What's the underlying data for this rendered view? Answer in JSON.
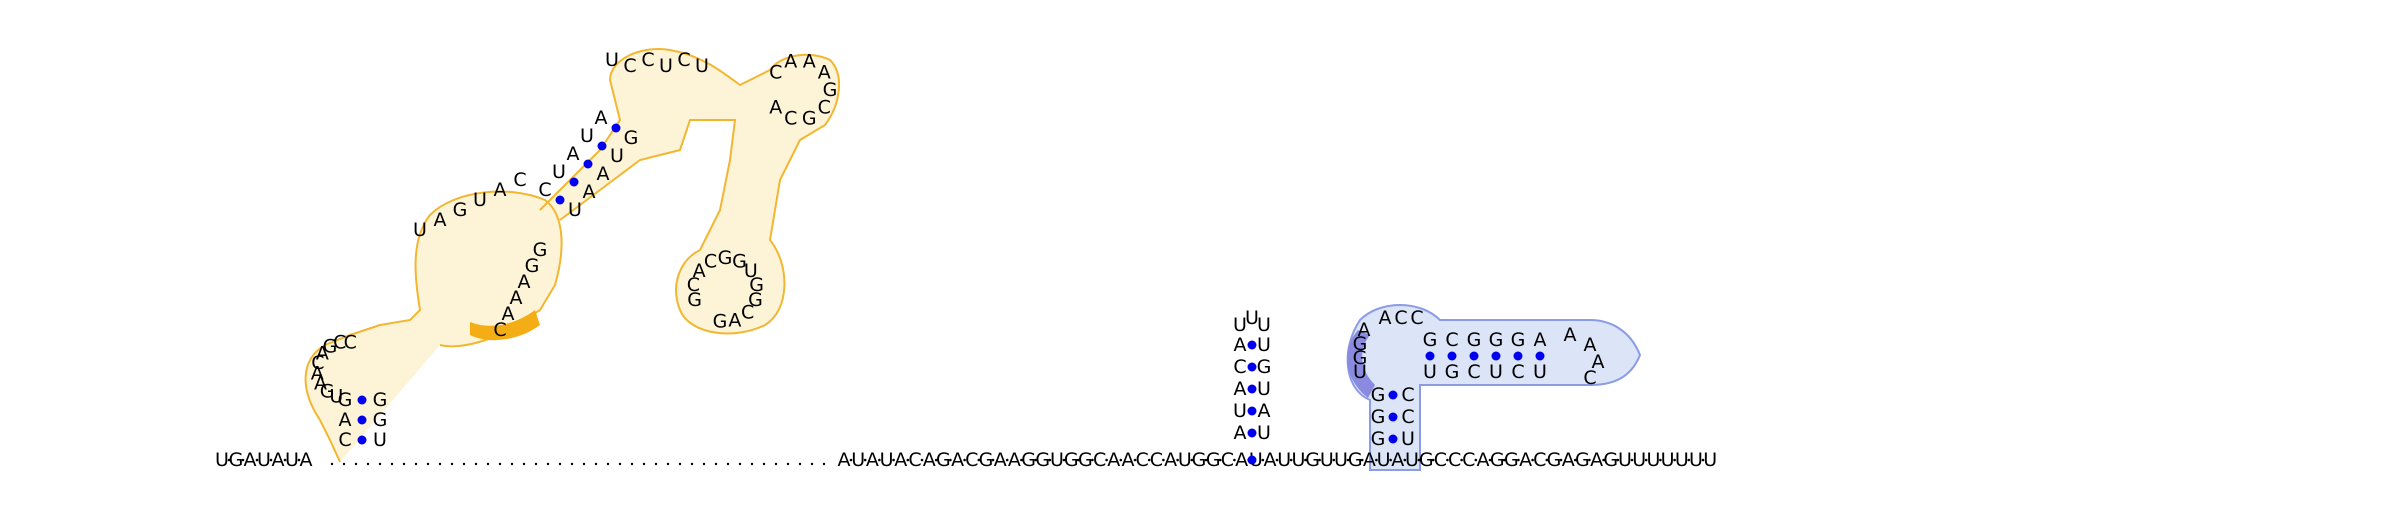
{
  "backbone": {
    "sequence_5p": "UGAUAUA",
    "gap_dots": "..........................................",
    "sequence_3p": "AUAUACAGACGAAGGUGGCAACCAUGGCAUAUUGUUGAUAUGCCCAGGACGAGAGUUUUUUU"
  },
  "domains": [
    {
      "name": "orange",
      "color": "#f2b631",
      "fill": "#fdf4d8",
      "highlight": "#f5ad16"
    },
    {
      "name": "blue",
      "color": "#8b9be6",
      "fill": "#dbe5f7",
      "highlight": "#8a8be0"
    }
  ],
  "hairpin_mid": {
    "left_arm": "ACAUA",
    "loop": "UUU",
    "right_arm": "UGUAU",
    "closing_left": "A",
    "closing_right": "U"
  },
  "structures": {
    "orange_helix_1": {
      "left": "CAG",
      "right": "UGG"
    },
    "orange_helix_2": {
      "left": "UAGUAC",
      "right": "GGAAAC"
    },
    "orange_helix_3": {
      "left": "CUAUA",
      "right": "UAAUG"
    },
    "orange_loop_1": "UGAACAGCC",
    "orange_loop_2": "UCCUCU",
    "orange_loop_3": "CAAAGCGCA",
    "orange_loop_4": "GCACGGUGGCAG"
  },
  "blue_hairpin": {
    "stem_top": "GCGGGA",
    "stem_bottom": "UGCUCU",
    "loop": "AAAC",
    "bulge": "AGGU",
    "stem_vertical_left": "GGG",
    "stem_vertical_right": "CCU",
    "top_loop": "ACC"
  },
  "colors": {
    "pair_dot": "#0000ee",
    "text": "#000000"
  }
}
